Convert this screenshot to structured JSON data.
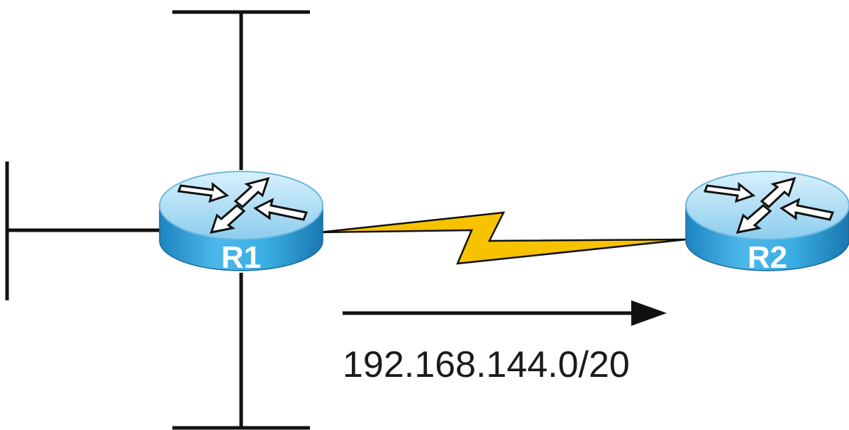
{
  "routers": [
    {
      "id": "r1",
      "label": "R1"
    },
    {
      "id": "r2",
      "label": "R2"
    }
  ],
  "advertised_route": "192.168.144.0/20",
  "colors": {
    "router_top": "#a8dcf5",
    "router_side": "#2b9fd8",
    "serial_link": "#f7c200",
    "lines": "#111111",
    "arrows": "#111111"
  },
  "icons": {
    "router": "router-icon",
    "serial_link": "lightning-link",
    "direction": "arrow-right-icon"
  }
}
